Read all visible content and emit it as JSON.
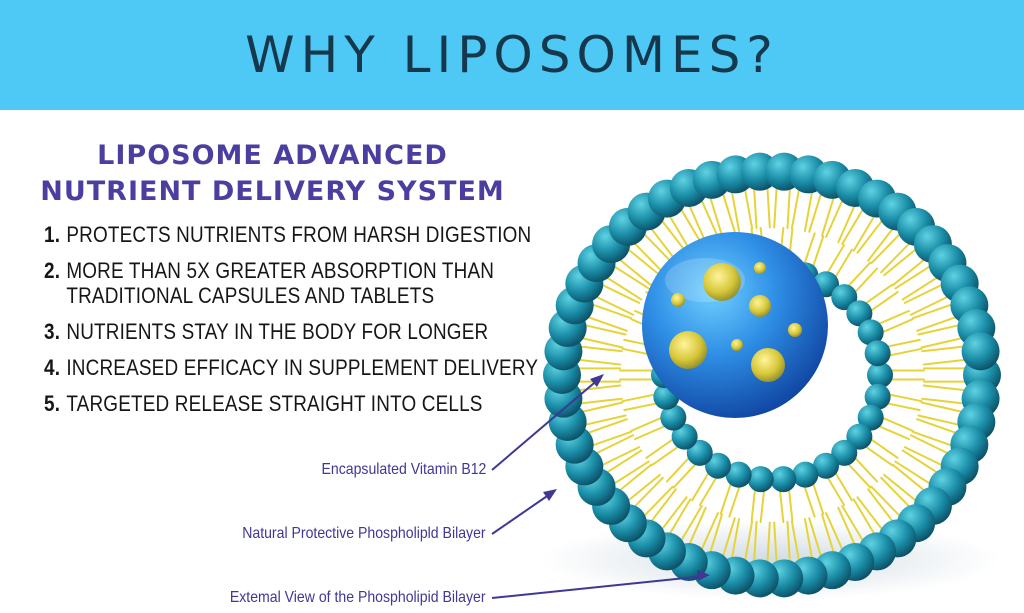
{
  "header": {
    "title": "WHY LIPOSOMES?"
  },
  "subtitle": {
    "line1": "LIPOSOME ADVANCED",
    "line2": "NUTRIENT DELIVERY SYSTEM"
  },
  "benefits": [
    {
      "num": "1.",
      "text": "PROTECTS NUTRIENTS FROM HARSH DIGESTION"
    },
    {
      "num": "2.",
      "text": "MORE THAN 5X GREATER ABSORPTION THAN",
      "text2": "TRADITIONAL CAPSULES AND TABLETS"
    },
    {
      "num": "3.",
      "text": "NUTRIENTS STAY IN THE BODY FOR LONGER"
    },
    {
      "num": "4.",
      "text": "INCREASED EFFICACY IN SUPPLEMENT DELIVERY"
    },
    {
      "num": "5.",
      "text": "TARGETED RELEASE STRAIGHT INTO CELLS"
    }
  ],
  "labels": {
    "vitamin": "Encapsulated Vitamin B12",
    "bilayer": "Natural Protective Phospholipld Bilayer",
    "external": "Extemal View of the Phospholipid Bilayer"
  },
  "colors": {
    "banner": "#4ec8f4",
    "heading_title": "#16384c",
    "subtitle": "#4a3fa0",
    "label": "#3f3894",
    "teal_head": "#1b8ea8",
    "lipid_tail": "#e6d33a",
    "core": "#2f8fe6"
  }
}
